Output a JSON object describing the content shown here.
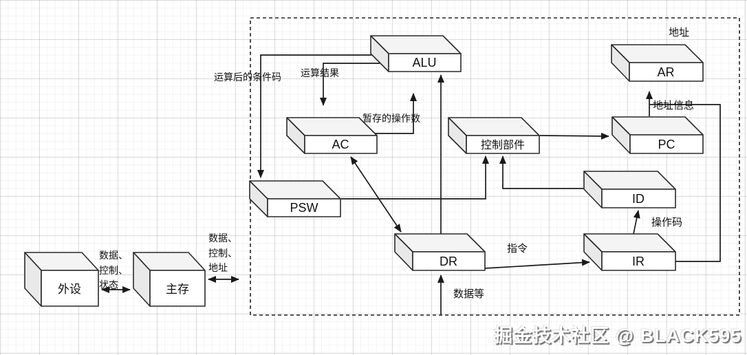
{
  "boxes": {
    "alu": "ALU",
    "ac": "AC",
    "psw": "PSW",
    "dr": "DR",
    "ir": "IR",
    "id": "ID",
    "pc": "PC",
    "ar": "AR",
    "control_unit": "控制部件",
    "peripheral": "外设",
    "main_memory": "主存"
  },
  "labels": {
    "condition_code": "运算后的条件码",
    "operation_result": "运算结果",
    "temp_operand": "暂存的操作数",
    "address": "地址",
    "address_info": "地址信息",
    "opcode": "操作码",
    "instruction": "指令",
    "data_etc": "数据等",
    "io_bus": [
      "数据、",
      "控制、",
      "状态"
    ],
    "mem_bus": [
      "数据、",
      "控制、",
      "地址"
    ]
  },
  "watermark": "掘金技术社区 @ BLACK595",
  "colors": {
    "line": "#1a1a1a",
    "box_front": "#ffffff",
    "box_top": "#f4f4f4",
    "box_side": "#e9e9e9",
    "frame": "#222222"
  }
}
